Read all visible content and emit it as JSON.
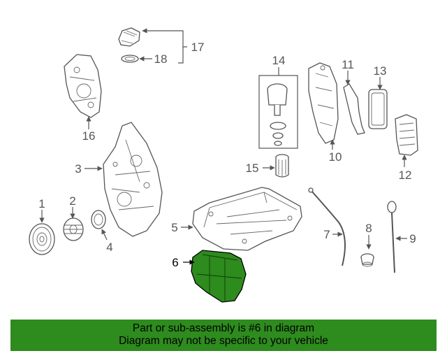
{
  "callouts": [
    {
      "id": "c1",
      "text": "1"
    },
    {
      "id": "c2",
      "text": "2"
    },
    {
      "id": "c3",
      "text": "3"
    },
    {
      "id": "c4",
      "text": "4"
    },
    {
      "id": "c5",
      "text": "5"
    },
    {
      "id": "c6",
      "text": "6"
    },
    {
      "id": "c7",
      "text": "7"
    },
    {
      "id": "c8",
      "text": "8"
    },
    {
      "id": "c9",
      "text": "9"
    },
    {
      "id": "c10",
      "text": "10"
    },
    {
      "id": "c11",
      "text": "11"
    },
    {
      "id": "c12",
      "text": "12"
    },
    {
      "id": "c13",
      "text": "13"
    },
    {
      "id": "c14",
      "text": "14"
    },
    {
      "id": "c15",
      "text": "15"
    },
    {
      "id": "c16",
      "text": "16"
    },
    {
      "id": "c17",
      "text": "17"
    },
    {
      "id": "c18",
      "text": "18"
    }
  ],
  "highlight": {
    "part": "6",
    "color": "#2e8b1e"
  },
  "banner": {
    "line1": "Part or sub-assembly is #6 in diagram",
    "line2": "Diagram may not be specific to your vehicle",
    "color": "#2e8b1e"
  }
}
